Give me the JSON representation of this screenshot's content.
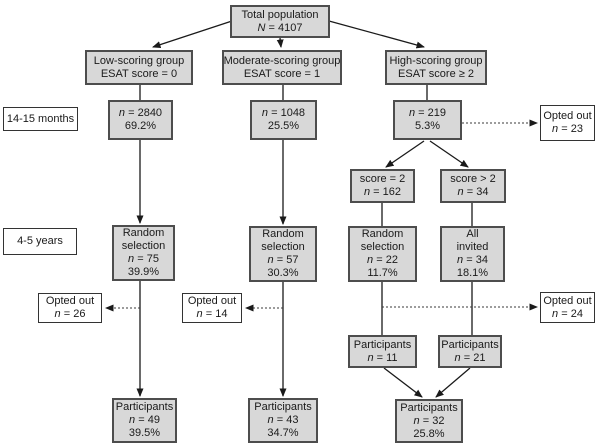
{
  "figure": {
    "type": "study-flow-diagram",
    "colors": {
      "box_fill": "#d8d8d8",
      "box_border": "#4d4d4d",
      "arrow": "#1a1a1a",
      "plain_box_border": "#333333"
    }
  },
  "nodes": {
    "total": {
      "lines": [
        {
          "pre": "",
          "text": "Total population"
        },
        {
          "pre": "N",
          "text": " = 4107"
        }
      ]
    },
    "low_group": {
      "lines": [
        {
          "pre": "",
          "text": "Low-scoring group"
        },
        {
          "pre": "",
          "text": "ESAT score = 0"
        }
      ]
    },
    "moderate_group": {
      "lines": [
        {
          "pre": "",
          "text": "Moderate-scoring group"
        },
        {
          "pre": "",
          "text": "ESAT score = 1"
        }
      ]
    },
    "high_group": {
      "lines": [
        {
          "pre": "",
          "text": "High-scoring group"
        },
        {
          "pre": "",
          "text": "ESAT score ≥ 2"
        }
      ]
    },
    "label_14_15": {
      "text": "14-15 months"
    },
    "label_4_5": {
      "text": "4-5 years"
    },
    "low_n": {
      "lines": [
        {
          "pre": "n",
          "text": " = 2840"
        },
        {
          "pre": "",
          "text": "69.2%"
        }
      ]
    },
    "moderate_n": {
      "lines": [
        {
          "pre": "n",
          "text": " = 1048"
        },
        {
          "pre": "",
          "text": "25.5%"
        }
      ]
    },
    "high_n": {
      "lines": [
        {
          "pre": "n",
          "text": " = 219"
        },
        {
          "pre": "",
          "text": "5.3%"
        }
      ]
    },
    "opted_out_23": {
      "lines": [
        {
          "pre": "",
          "text": "Opted out"
        },
        {
          "pre": "n",
          "text": " = 23"
        }
      ]
    },
    "score_eq2": {
      "lines": [
        {
          "pre": "",
          "text": "score = 2"
        },
        {
          "pre": "n",
          "text": " = 162"
        }
      ]
    },
    "score_gt2": {
      "lines": [
        {
          "pre": "",
          "text": "score > 2"
        },
        {
          "pre": "n",
          "text": " = 34"
        }
      ]
    },
    "low_random": {
      "lines": [
        {
          "pre": "",
          "text": "Random"
        },
        {
          "pre": "",
          "text": "selection"
        },
        {
          "pre": "n",
          "text": " = 75"
        },
        {
          "pre": "",
          "text": "39.9%"
        }
      ]
    },
    "moderate_random": {
      "lines": [
        {
          "pre": "",
          "text": "Random"
        },
        {
          "pre": "",
          "text": "selection"
        },
        {
          "pre": "n",
          "text": " = 57"
        },
        {
          "pre": "",
          "text": "30.3%"
        }
      ]
    },
    "high_random": {
      "lines": [
        {
          "pre": "",
          "text": "Random"
        },
        {
          "pre": "",
          "text": "selection"
        },
        {
          "pre": "n",
          "text": " = 22"
        },
        {
          "pre": "",
          "text": "11.7%"
        }
      ]
    },
    "all_invited": {
      "lines": [
        {
          "pre": "",
          "text": "All"
        },
        {
          "pre": "",
          "text": "invited"
        },
        {
          "pre": "n",
          "text": " = 34"
        },
        {
          "pre": "",
          "text": "18.1%"
        }
      ]
    },
    "opted_out_26": {
      "lines": [
        {
          "pre": "",
          "text": "Opted out"
        },
        {
          "pre": "n",
          "text": " = 26"
        }
      ]
    },
    "opted_out_14": {
      "lines": [
        {
          "pre": "",
          "text": "Opted out"
        },
        {
          "pre": "n",
          "text": " = 14"
        }
      ]
    },
    "opted_out_24": {
      "lines": [
        {
          "pre": "",
          "text": "Opted out"
        },
        {
          "pre": "n",
          "text": " = 24"
        }
      ]
    },
    "participants_11": {
      "lines": [
        {
          "pre": "",
          "text": "Participants"
        },
        {
          "pre": "n",
          "text": " = 11"
        }
      ]
    },
    "participants_21": {
      "lines": [
        {
          "pre": "",
          "text": "Participants"
        },
        {
          "pre": "n",
          "text": " = 21"
        }
      ]
    },
    "participants_49": {
      "lines": [
        {
          "pre": "",
          "text": "Participants"
        },
        {
          "pre": "n",
          "text": " = 49"
        },
        {
          "pre": "",
          "text": "39.5%"
        }
      ]
    },
    "participants_43": {
      "lines": [
        {
          "pre": "",
          "text": "Participants"
        },
        {
          "pre": "n",
          "text": " = 43"
        },
        {
          "pre": "",
          "text": "34.7%"
        }
      ]
    },
    "participants_32": {
      "lines": [
        {
          "pre": "",
          "text": "Participants"
        },
        {
          "pre": "n",
          "text": " = 32"
        },
        {
          "pre": "",
          "text": "25.8%"
        }
      ]
    }
  }
}
